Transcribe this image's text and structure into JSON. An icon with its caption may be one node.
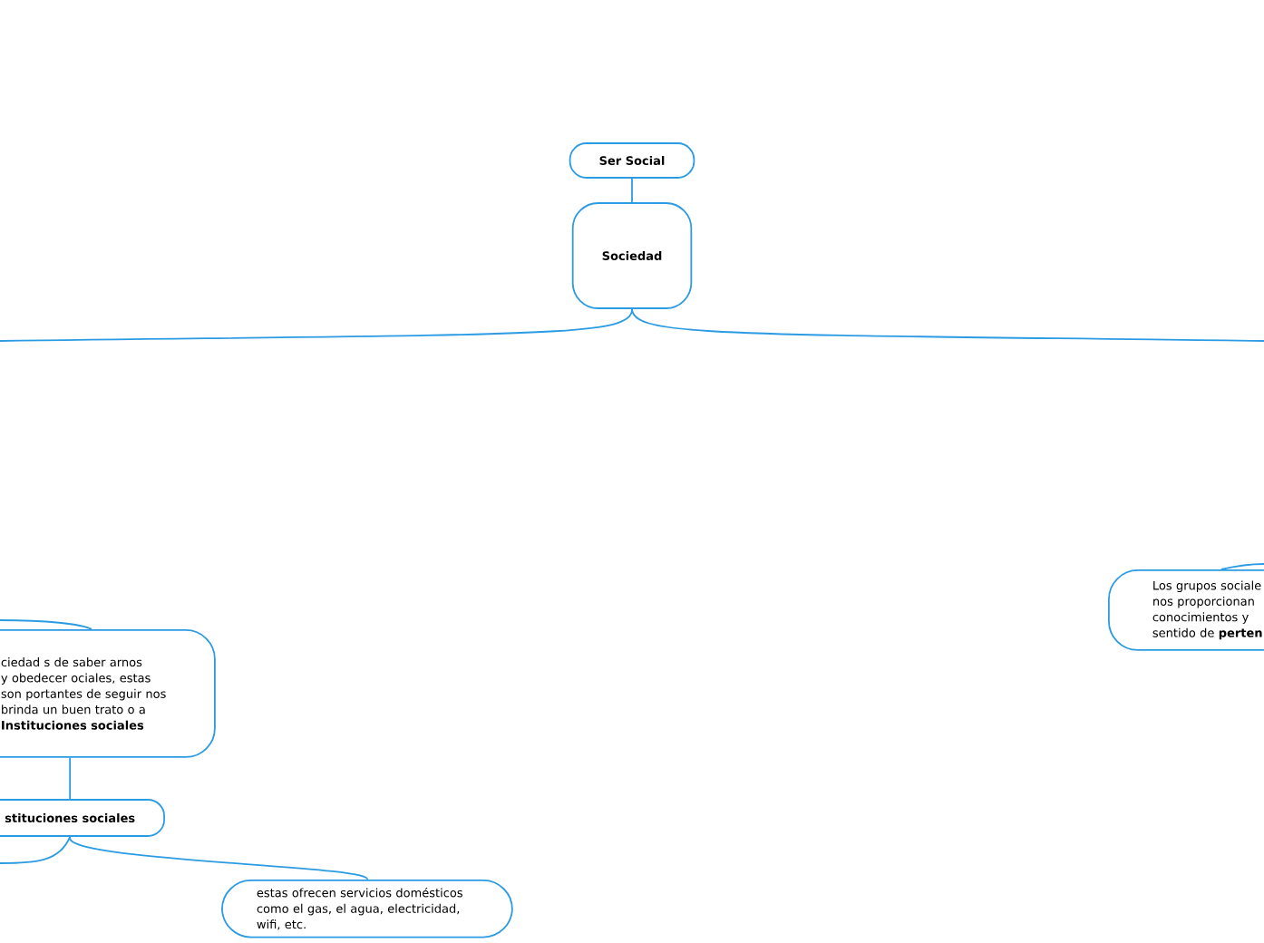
{
  "diagram": {
    "nodes": [
      {
        "text": [
          "Ser Social"
        ]
      },
      {
        "text": [
          "Sociedad"
        ]
      },
      {
        "text": [
          "ciedad s de saber arnos y obedecer ociales, estas son portantes de seguir nos brinda un buen trato o a **Instituciones sociales**"
        ]
      },
      {
        "text": [
          "stituciones sociales"
        ]
      },
      {
        "text": [
          "estas ofrecen servicios domésticos como el gas, el agua, electricidad, wifi, etc."
        ]
      },
      {
        "text": [
          "Los grupos sociale nos proporcionan conocimientos y sentido de **perten**"
        ]
      }
    ],
    "edges": [
      {
        "from": 0,
        "to": 1,
        "arrow": "none"
      },
      {
        "from": 1,
        "to": null,
        "arrow": "none"
      },
      {
        "from": 1,
        "to": null,
        "arrow": "none"
      },
      {
        "from": null,
        "to": 2,
        "arrow": "none"
      },
      {
        "from": null,
        "to": 5,
        "arrow": "none"
      },
      {
        "from": 2,
        "to": 3,
        "arrow": "none"
      },
      {
        "from": 3,
        "to": 4,
        "arrow": "none"
      },
      {
        "from": 3,
        "to": null,
        "arrow": "none"
      }
    ]
  }
}
